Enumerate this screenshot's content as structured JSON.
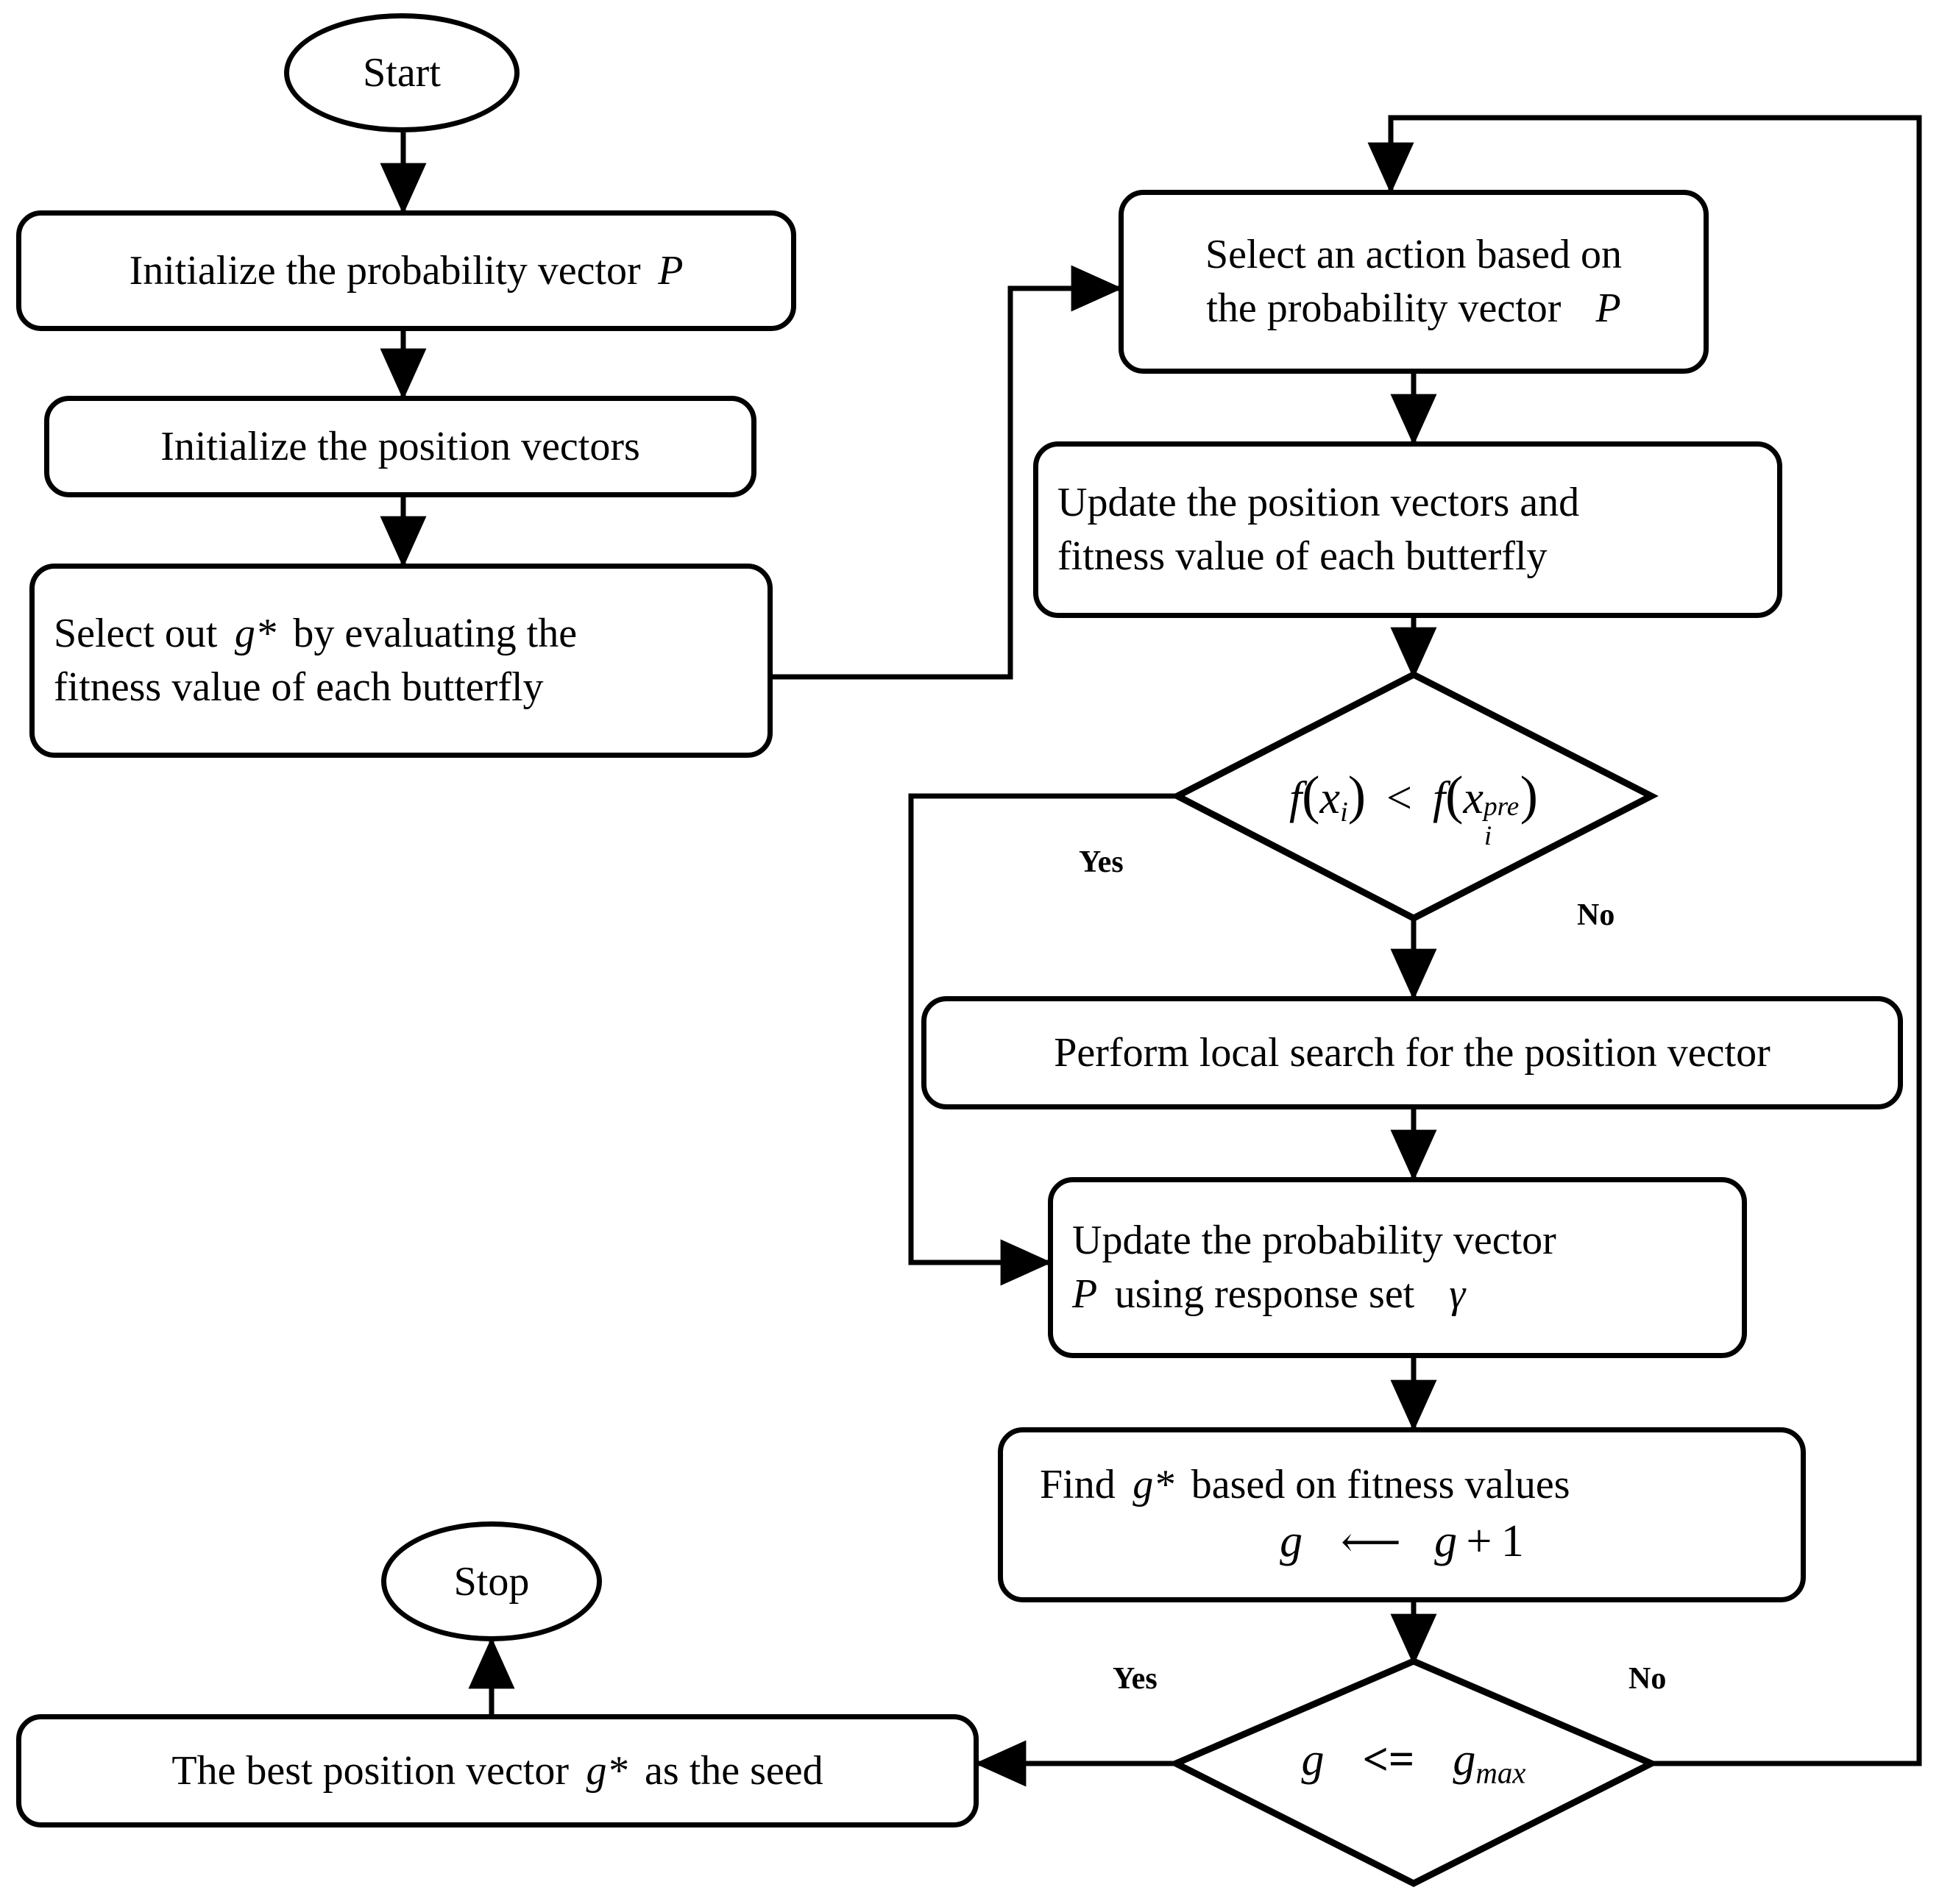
{
  "diagram": {
    "title": "Butterfly optimization with learning automata flowchart",
    "background": "#ffffff",
    "stroke": "#000000",
    "type": "flowchart"
  },
  "nodes": {
    "start": {
      "label": "Start",
      "shape": "terminal"
    },
    "init_prob": {
      "line1": "Initialize the probability vector",
      "symbol": "P",
      "shape": "process"
    },
    "init_pos": {
      "line1": "Initialize the position vectors",
      "shape": "process"
    },
    "select_g": {
      "line1_a": "Select out",
      "line1_sym": "g*",
      "line1_b": "by evaluating the",
      "line2": "fitness value of each butterfly",
      "shape": "process"
    },
    "select_action": {
      "line1": "Select an action based on",
      "line2": "the probability vector",
      "symbol": "P",
      "shape": "process"
    },
    "update_pos": {
      "line1": "Update the position vectors and",
      "line2": "fitness value of each butterfly",
      "shape": "process"
    },
    "decision_fitness": {
      "expr": "f(x_i) < f(x_i^pre)",
      "shape": "decision"
    },
    "local_search": {
      "line1": "Perform local search for the position vector",
      "shape": "process"
    },
    "update_prob": {
      "line1": "Update the probability vector",
      "line2_sym": "P",
      "line2": "using response set",
      "line2_sym2": "γ",
      "shape": "process"
    },
    "find_g": {
      "line1_a": "Find",
      "line1_sym": "g*",
      "line1_b": "based on fitness values",
      "line2_expr": "g ← g + 1",
      "shape": "process"
    },
    "decision_gen": {
      "expr": "g <= g_max",
      "shape": "decision"
    },
    "best_vector": {
      "line1_a": "The best position vector",
      "line1_sym": "g*",
      "line1_b": "as the seed",
      "shape": "process"
    },
    "stop": {
      "label": "Stop",
      "shape": "terminal"
    }
  },
  "branch_labels": {
    "fitness_yes": "Yes",
    "fitness_no": "No",
    "gen_yes": "Yes",
    "gen_no": "No"
  },
  "edges": [
    {
      "from": "start",
      "to": "init_prob",
      "kind": "arrow-down"
    },
    {
      "from": "init_prob",
      "to": "init_pos",
      "kind": "arrow-down"
    },
    {
      "from": "init_pos",
      "to": "select_g",
      "kind": "arrow-down"
    },
    {
      "from": "select_g",
      "to": "select_action",
      "kind": "elbow-right-up-arrow"
    },
    {
      "from": "select_action",
      "to": "update_pos",
      "kind": "arrow-down"
    },
    {
      "from": "update_pos",
      "to": "decision_fitness",
      "kind": "arrow-down"
    },
    {
      "from": "decision_fitness",
      "to": "local_search",
      "label": "No",
      "kind": "arrow-down"
    },
    {
      "from": "decision_fitness",
      "to": "update_prob",
      "label": "Yes",
      "kind": "elbow-left-down-arrow"
    },
    {
      "from": "local_search",
      "to": "update_prob",
      "kind": "arrow-down"
    },
    {
      "from": "update_prob",
      "to": "find_g",
      "kind": "arrow-down"
    },
    {
      "from": "find_g",
      "to": "decision_gen",
      "kind": "arrow-down"
    },
    {
      "from": "decision_gen",
      "to": "best_vector",
      "label": "Yes",
      "kind": "arrow-left"
    },
    {
      "from": "decision_gen",
      "to": "select_action",
      "label": "No",
      "kind": "elbow-right-up-loop-arrow"
    },
    {
      "from": "best_vector",
      "to": "stop",
      "kind": "arrow-up"
    }
  ]
}
